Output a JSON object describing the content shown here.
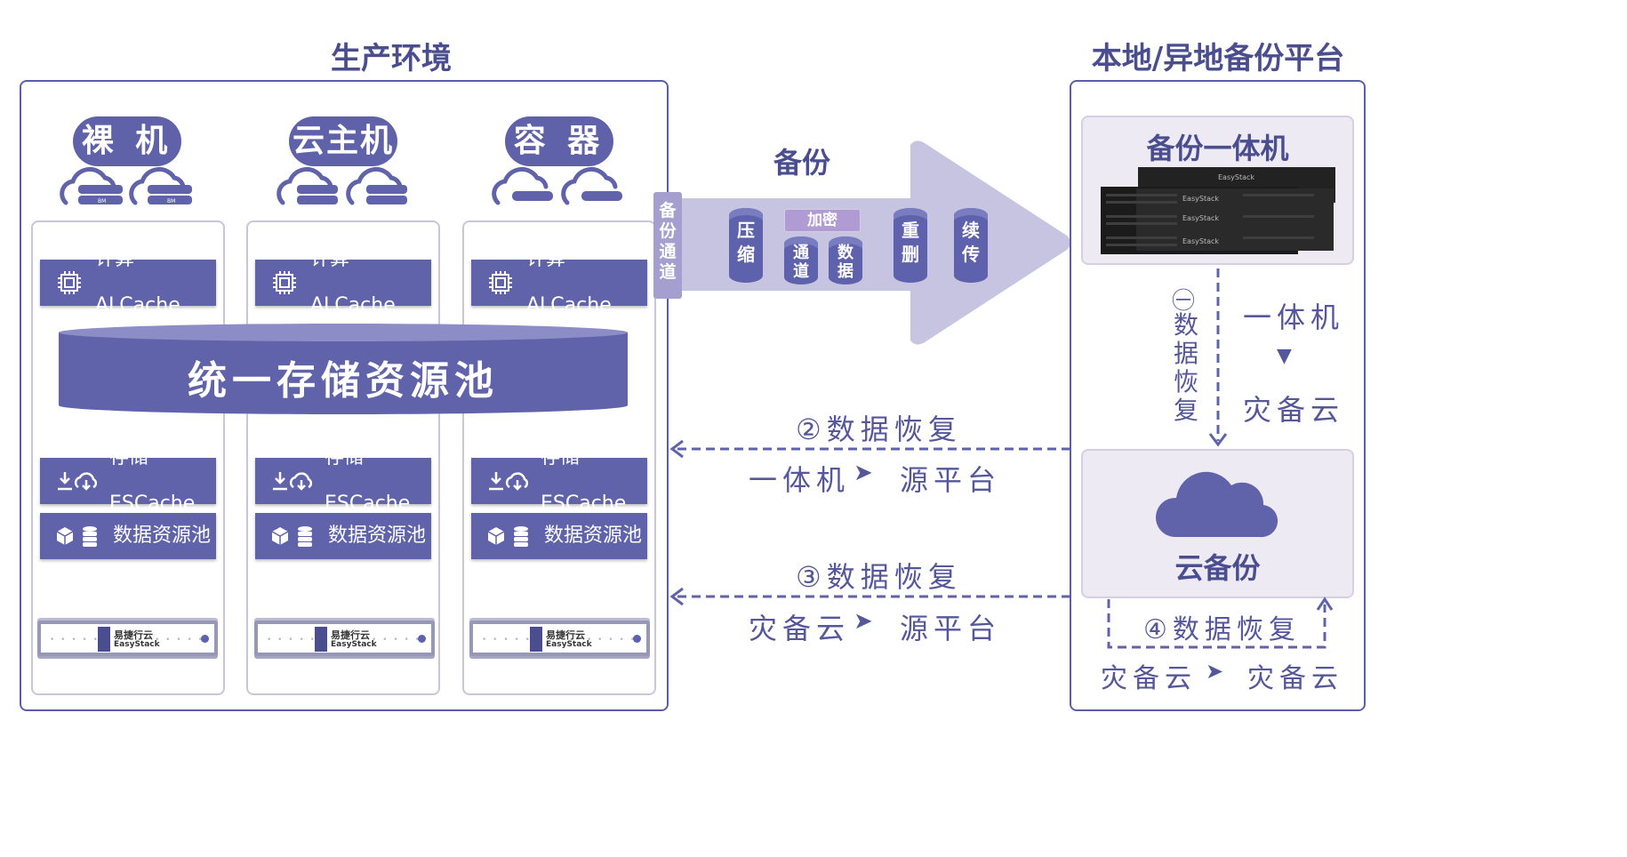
{
  "production": {
    "title": "生产环境",
    "columns": [
      {
        "name": "裸  机",
        "compute": "计算  ALCache",
        "storage": "存储  ESCache",
        "pool": "数据资源池"
      },
      {
        "name": "云主机",
        "compute": "计算  ALCache",
        "storage": "存储  ESCache",
        "pool": "数据资源池"
      },
      {
        "name": "容  器",
        "compute": "计算  ALCache",
        "storage": "存储  ESCache",
        "pool": "数据资源池"
      }
    ],
    "bm_tag": "BM",
    "unified_pool": "统一存储资源池",
    "server_brand_cn": "易捷行云",
    "server_brand_en": "EasyStack"
  },
  "arrow": {
    "title": "备份",
    "channel": "备份通道",
    "encrypt": "加密",
    "cylinders": [
      {
        "line1": "压",
        "line2": "缩"
      },
      {
        "line1": "通",
        "line2": "道"
      },
      {
        "line1": "数",
        "line2": "据"
      },
      {
        "line1": "重",
        "line2": "删"
      },
      {
        "line1": "续",
        "line2": "传"
      }
    ]
  },
  "recovery": {
    "r2_title": "②数据恢复",
    "r2_from": "一体机",
    "r2_to": "源平台",
    "r3_title": "③数据恢复",
    "r3_from": "灾备云",
    "r3_to": "源平台",
    "arrow_glyph": "➤",
    "down_glyph": "▼"
  },
  "backup_platform": {
    "title": "本地/异地备份平台",
    "appliance_title": "备份一体机",
    "appliance_brand": "EasyStack",
    "r1_number": "㊀",
    "r1_text": [
      "数",
      "据",
      "恢",
      "复"
    ],
    "flow_from": "一体机",
    "flow_to": "灾备云",
    "cloud_title": "云备份",
    "r4_title": "④数据恢复",
    "r4_from": "灾备云",
    "r4_to": "灾备云"
  },
  "colors": {
    "primary": "#6063aa",
    "light": "#c7c4e2",
    "border": "#5b5fa8"
  }
}
